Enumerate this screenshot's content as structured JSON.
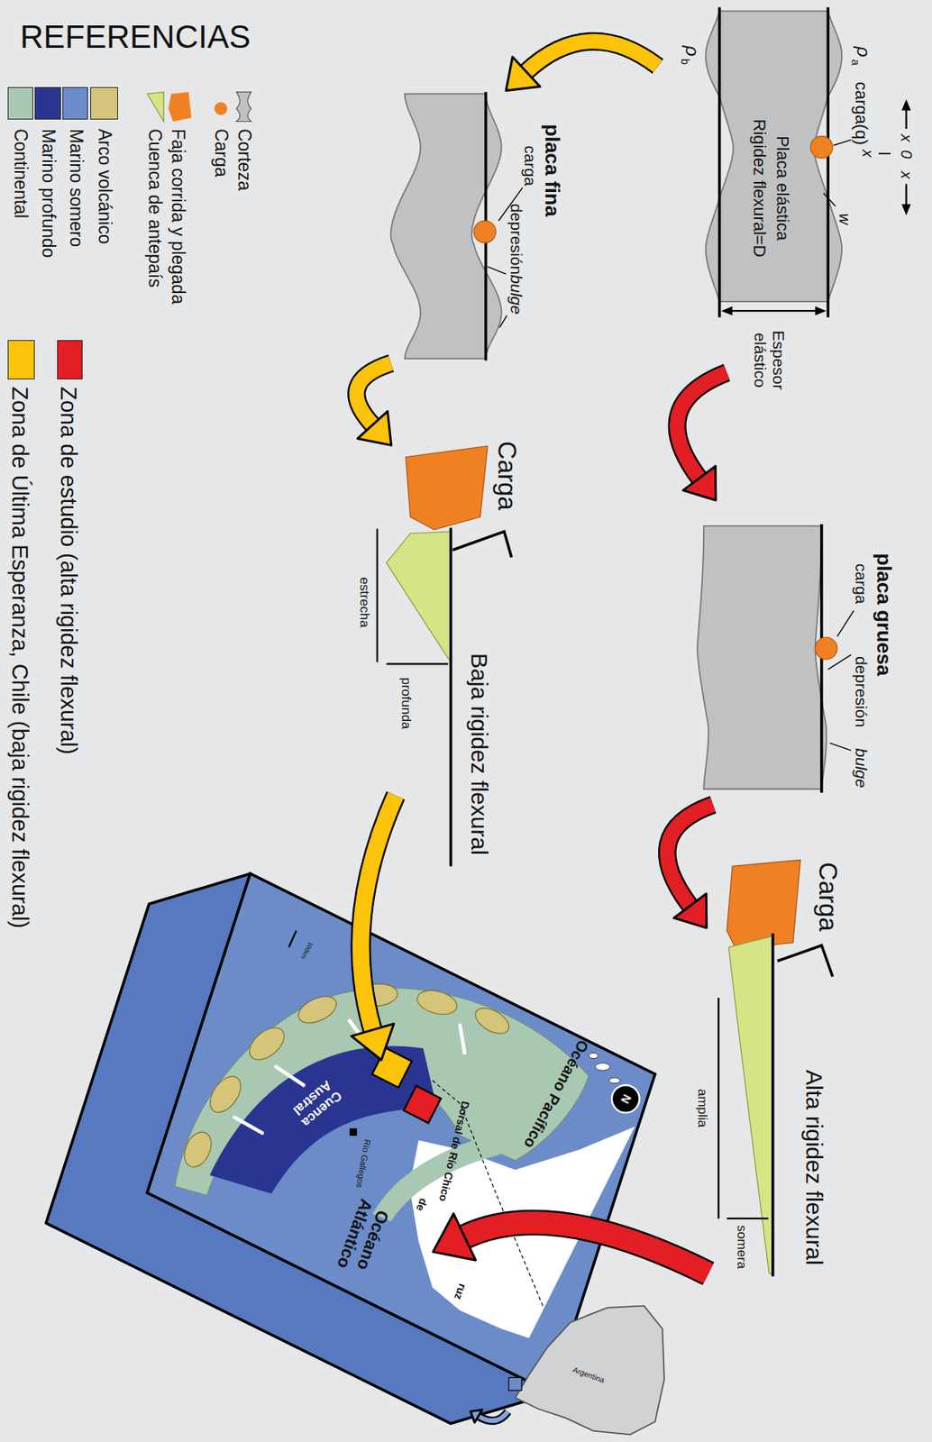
{
  "diagram": {
    "labels": [
      "REFERENCIAS",
      "x",
      "0",
      "x",
      "x",
      "w",
      "ρ",
      "a",
      "carga(q)",
      "ρ",
      "b",
      "Placa elástica",
      "Rigidez flexural=D",
      "Espesor elástico",
      "placa gruesa",
      "carga",
      "depresión",
      "bulge",
      "Carga",
      "Alta rigidez flexural",
      "amplia",
      "somera",
      "placa fina",
      "carga",
      "depresión",
      "bulge",
      "Carga",
      "Baja rigidez flexural",
      "estrecha",
      "profunda",
      "Océano Pacífico",
      "Océano Atlántico",
      "Cuenca Austral",
      "Río Gallegos",
      "Dorsal de Río Chico",
      "de",
      "ruz",
      "100km",
      "N",
      "Argentina"
    ],
    "legend": [
      {
        "text": "Corteza"
      },
      {
        "text": "Carga"
      },
      {
        "text": "Faja corrida y plegada"
      },
      {
        "text": "Cuenca de antepaís"
      },
      {
        "text": "Arco volcánico",
        "color": "#d4c57a"
      },
      {
        "text": "Marino somero",
        "color": "#6b8cc9"
      },
      {
        "text": "Marino profundo",
        "color": "#2a3591"
      },
      {
        "text": "Continental",
        "color": "#a8c8b2"
      },
      {
        "text": "Zona de estudio (alta rigidez flexural)",
        "color": "#e31e24"
      },
      {
        "text": "Zona de Última Esperanza, Chile (baja rigidez flexural)",
        "color": "#fcc30b"
      }
    ]
  }
}
